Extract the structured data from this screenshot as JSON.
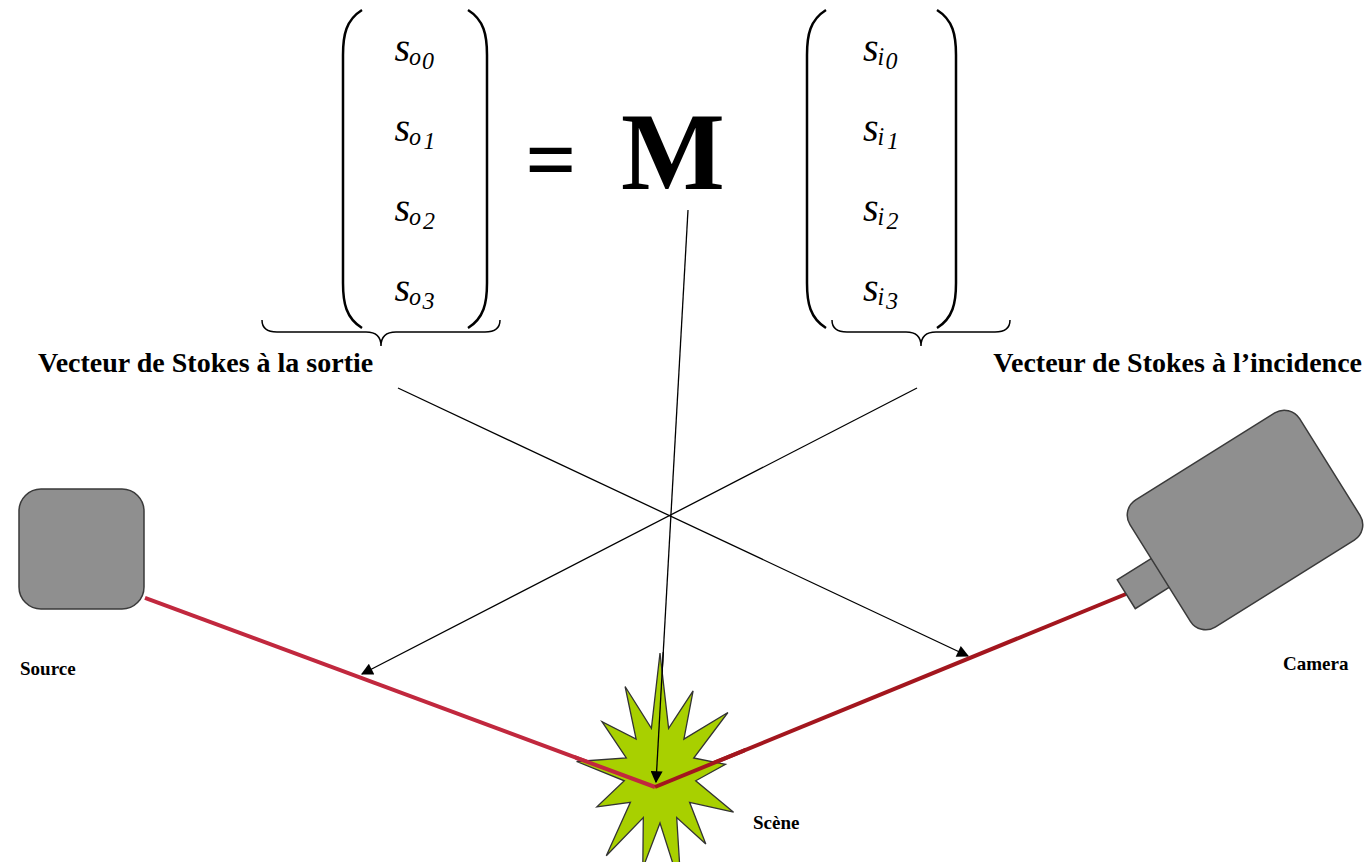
{
  "diagram": {
    "nodes": [
      {
        "text": [
          "Source"
        ]
      },
      {
        "text": [
          "Scène"
        ]
      },
      {
        "text": [
          "Camera"
        ]
      }
    ],
    "edges": [
      {
        "from": 0,
        "to": 1,
        "arrow": "none"
      },
      {
        "from": 1,
        "to": 2,
        "arrow": "none"
      }
    ],
    "labels": [
      "sₒ₀",
      "sₒ₁",
      "sₒ₂",
      "sₒ₃",
      "=",
      "M",
      "sᵢ₀",
      "sᵢ₁",
      "sᵢ₂",
      "sᵢ₃",
      "Vecteur de Stokes à la sortie",
      "Vecteur de Stokes à l’incidence"
    ]
  }
}
